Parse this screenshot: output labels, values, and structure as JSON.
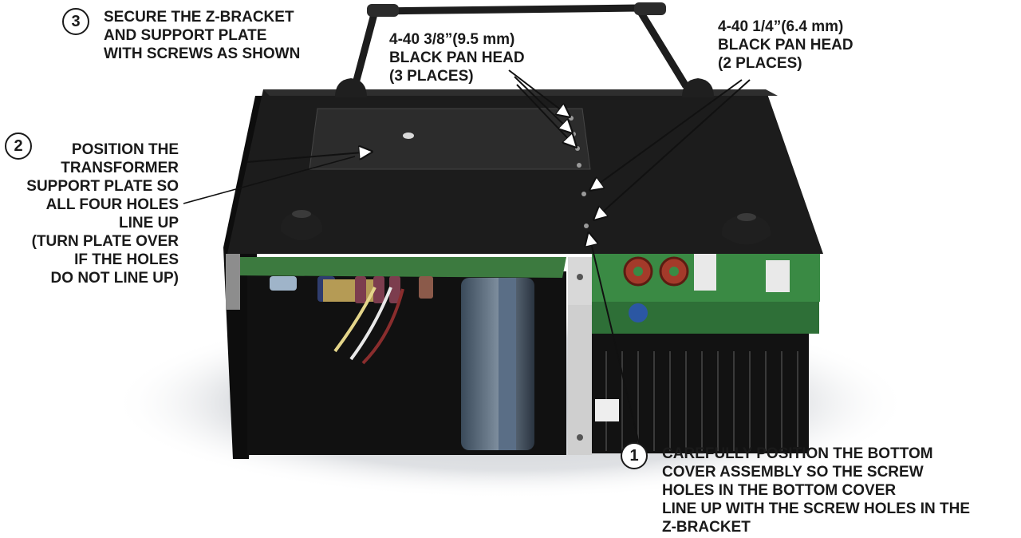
{
  "callouts": {
    "step3": {
      "number": "3",
      "lines": [
        "SECURE THE Z-BRACKET",
        "AND SUPPORT PLATE",
        "WITH SCREWS AS SHOWN"
      ]
    },
    "screw_a": {
      "lines": [
        "4-40 3/8”(9.5 mm)",
        "BLACK PAN HEAD",
        "(3 PLACES)"
      ]
    },
    "screw_b": {
      "lines": [
        "4-40 1/4”(6.4 mm)",
        "BLACK PAN HEAD",
        "(2 PLACES)"
      ]
    },
    "step2": {
      "number": "2",
      "lines": [
        "POSITION THE",
        "TRANSFORMER",
        "SUPPORT PLATE SO",
        "ALL FOUR HOLES",
        "LINE UP",
        "(TURN PLATE OVER",
        "IF THE HOLES",
        "DO NOT LINE UP)"
      ]
    },
    "step1": {
      "number": "1",
      "lines": [
        "CAREFULLY POSITION THE BOTTOM",
        "COVER ASSEMBLY SO THE SCREW",
        "HOLES IN THE BOTTOM COVER",
        "LINE UP WITH THE SCREW HOLES IN THE",
        "Z-BRACKET"
      ]
    }
  },
  "colors": {
    "chassis": "#151515",
    "cover_top": "#1c1c1c",
    "plate": "#2a2a2a",
    "heatsink": "#101010",
    "pcb": "#2f7d3a",
    "arrow": "#111111"
  }
}
